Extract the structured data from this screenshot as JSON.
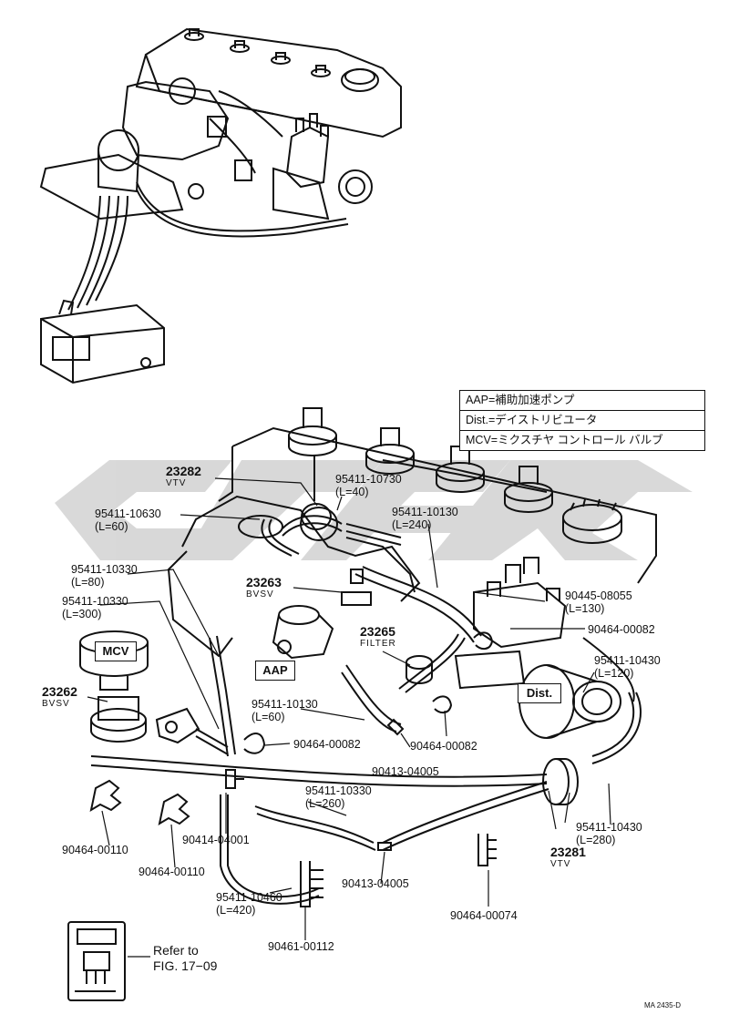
{
  "legend": [
    "AAP=補助加速ポンプ",
    "Dist.=デイストリビユータ",
    "MCV=ミクスチヤ コントロール バルブ"
  ],
  "codes": {
    "c23282": {
      "num": "23282",
      "sub": "VTV"
    },
    "c23263": {
      "num": "23263",
      "sub": "BVSV"
    },
    "c23265": {
      "num": "23265",
      "sub": "FILTER"
    },
    "c23262": {
      "num": "23262",
      "sub": "BVSV"
    },
    "c23281": {
      "num": "23281",
      "sub": "VTV"
    }
  },
  "parts": {
    "p10730": {
      "num": "95411-10730",
      "len": "(L=40)"
    },
    "p10130a": {
      "num": "95411-10130",
      "len": "(L=240)"
    },
    "p10630": {
      "num": "95411-10630",
      "len": "(L=60)"
    },
    "p10330a": {
      "num": "95411-10330",
      "len": "(L=80)"
    },
    "p10330b": {
      "num": "95411-10330",
      "len": "(L=300)"
    },
    "p08055": {
      "num": "90445-08055",
      "len": "(L=130)"
    },
    "p00082a": {
      "num": "90464-00082",
      "len": ""
    },
    "p10430a": {
      "num": "95411-10430",
      "len": "(L=120)"
    },
    "p10130b": {
      "num": "95411-10130",
      "len": "(L=60)"
    },
    "p00082b": {
      "num": "90464-00082",
      "len": ""
    },
    "p00082c": {
      "num": "90464-00082",
      "len": ""
    },
    "p04005a": {
      "num": "90413-04005",
      "len": ""
    },
    "p10330c": {
      "num": "95411-10330",
      "len": "(L=260)"
    },
    "p10430b": {
      "num": "95411-10430",
      "len": "(L=280)"
    },
    "p00110a": {
      "num": "90464-00110",
      "len": ""
    },
    "p00110b": {
      "num": "90464-00110",
      "len": ""
    },
    "p04001": {
      "num": "90414-04001",
      "len": ""
    },
    "p10460": {
      "num": "95411-10460",
      "len": "(L=420)"
    },
    "p04005b": {
      "num": "90413-04005",
      "len": ""
    },
    "p00074": {
      "num": "90464-00074",
      "len": ""
    },
    "p00112": {
      "num": "90461-00112",
      "len": ""
    }
  },
  "boxes": {
    "mcv": "MCV",
    "aap": "AAP",
    "dist": "Dist."
  },
  "refer": {
    "line1": "Refer to",
    "line2": "FIG. 17−09"
  },
  "footnote": "MA 2435-D"
}
